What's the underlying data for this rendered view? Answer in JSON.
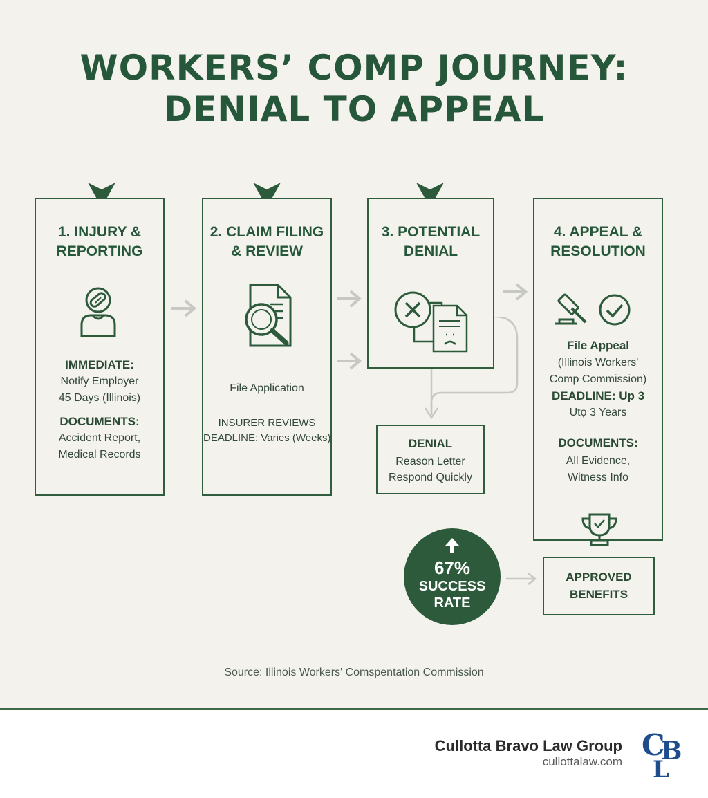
{
  "title": {
    "line1": "WORKERS’ COMP JOURNEY:",
    "line2": "DENIAL TO APPEAL"
  },
  "stages": [
    {
      "title1": "1. INJURY &",
      "title2": "REPORTING",
      "icon": "injured-person-icon",
      "lines": [
        "IMMEDIATE:",
        "Notify Employer",
        "45 Days (Illinois)",
        "DOCUMENTS:",
        "Accident Report,",
        "Medical Records"
      ]
    },
    {
      "title1": "2. CLAIM FILING",
      "title2": "& REVIEW",
      "icon": "document-magnifier-icon",
      "lines": [
        "File Application",
        "INSURER REVIEWS",
        "DEADLINE: Varies (Weeks)"
      ]
    },
    {
      "title1": "3. POTENTIAL",
      "title2": "DENIAL",
      "icon": "denied-document-icon",
      "lines": []
    },
    {
      "title1": "4. APPEAL &",
      "title2": "RESOLUTION",
      "icon": "gavel-check-icon",
      "lines": [
        "File Appeal",
        "(Illinois Workers'",
        "Comp Commission)",
        "DEADLINE:  Up 3",
        "Utọ 3 Years",
        "DOCUMENTS:",
        "All Evidence,",
        "Witness Info"
      ]
    }
  ],
  "denial_box": {
    "title": "DENIAL",
    "line1": "Reason Letter",
    "line2": "Respond Quickly"
  },
  "success": {
    "percent": "67%",
    "line1": "SUCCESS",
    "line2": "RATE"
  },
  "approved": {
    "line1": "APPROVED",
    "line2": "BENEFITS"
  },
  "source": "Source: Illinois Workers' Comspentation Commission",
  "footer": {
    "name": "Cullotta Bravo Law Group",
    "url": "cullottalaw.com",
    "logo_letters": "CLB"
  },
  "colors": {
    "primary": "#2c5a3b",
    "background": "#f3f2ec",
    "arrow": "#c8c8c4",
    "logo": "#1f4d8c"
  }
}
